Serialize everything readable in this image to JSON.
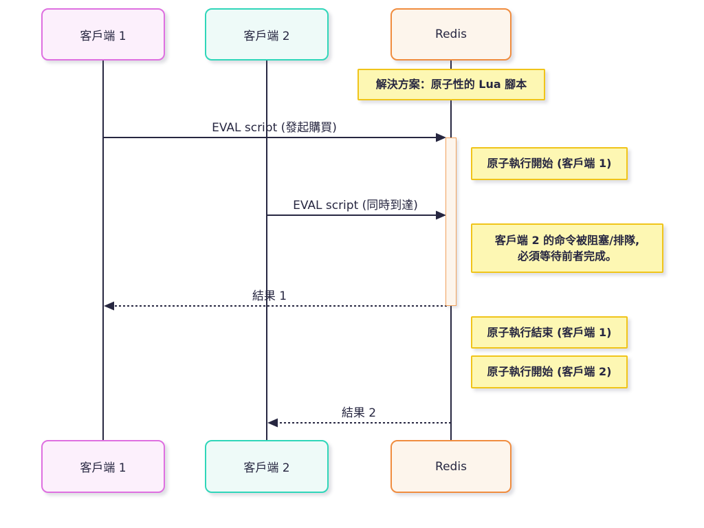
{
  "diagram_type": "sequence-diagram",
  "actors": [
    {
      "id": "client1",
      "label": "客戶端 1",
      "border_color": "#de6fe0",
      "fill_color": "#fcf0fc"
    },
    {
      "id": "client2",
      "label": "客戶端 2",
      "border_color": "#2fd6b9",
      "fill_color": "#eefaf8"
    },
    {
      "id": "redis",
      "label": "Redis",
      "border_color": "#f08c3e",
      "fill_color": "#fdf5ec"
    }
  ],
  "messages": [
    {
      "label": "EVAL script (發起購買)",
      "type": "solid",
      "from": "client1",
      "to": "redis"
    },
    {
      "label": "EVAL script (同時到達)",
      "type": "solid",
      "from": "client2",
      "to": "redis"
    },
    {
      "label": "結果 1",
      "type": "dashed",
      "from": "redis",
      "to": "client1"
    },
    {
      "label": "結果 2",
      "type": "dashed",
      "from": "redis",
      "to": "client2"
    }
  ],
  "notes": [
    {
      "text": "解決方案：原子性的 Lua 腳本",
      "position": "over redis"
    },
    {
      "text": "原子執行開始 (客戶端 1)",
      "position": "right of redis"
    },
    {
      "lines": [
        "客戶端 2 的命令被阻塞/排隊,",
        "必須等待前者完成。"
      ],
      "position": "right of redis"
    },
    {
      "text": "原子執行結束 (客戶端 1)",
      "position": "right of redis"
    },
    {
      "text": "原子執行開始 (客戶端 2)",
      "position": "right of redis"
    }
  ],
  "activation": {
    "actor": "redis",
    "note": "active during client1 script execution"
  },
  "colors": {
    "background": "#ffffff",
    "line": "#262640",
    "text": "#262640",
    "note_fill": "#fdf7b3",
    "note_border": "#f0c419",
    "activation_fill": "#fdf5ec",
    "activation_border": "#f0a05a"
  }
}
